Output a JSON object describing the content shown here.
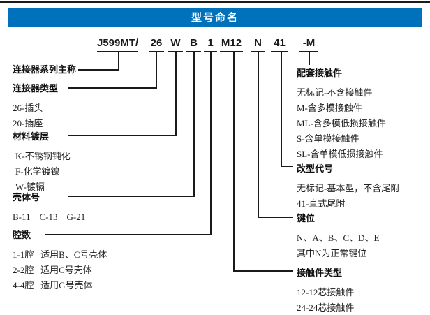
{
  "header": {
    "title": "型号命名"
  },
  "colors": {
    "header_bg": "#0072BC",
    "header_text": "#FFFFFF",
    "line": "#1A1A1A"
  },
  "code": {
    "segments": [
      "J599MT/",
      "26",
      "W",
      "B",
      "1",
      "M12",
      "N",
      "41",
      "-M"
    ]
  },
  "left_groups": [
    {
      "title": "连接器系列主称",
      "items": []
    },
    {
      "title": "连接器类型",
      "items": [
        "26-插头",
        "20-插座"
      ]
    },
    {
      "title": "材料镀层",
      "items": [
        "K-不锈钢钝化",
        "F-化学镀镍",
        "W-镀镉"
      ]
    },
    {
      "title": "壳体号",
      "items": [
        "B-11    C-13    G-21"
      ]
    },
    {
      "title": "腔数",
      "items": [
        "1-1腔   适用B、C号壳体",
        "2-2腔   适用C号壳体",
        "4-4腔   适用G号壳体"
      ]
    }
  ],
  "right_groups": [
    {
      "title": "配套接触件",
      "items": [
        "无标记-不含接触件",
        "M-含多模接触件",
        "ML-含多模低损接触件",
        "S-含单模接触件",
        "SL-含单模低损接触件"
      ]
    },
    {
      "title": "改型代号",
      "items": [
        "无标记-基本型，不含尾附",
        "41-直式尾附"
      ]
    },
    {
      "title": "键位",
      "items": [
        "N、A、B、C、D、E",
        "其中N为正常键位"
      ]
    },
    {
      "title": "接触件类型",
      "items": [
        "12-12芯接触件",
        "24-24芯接触件"
      ]
    }
  ]
}
